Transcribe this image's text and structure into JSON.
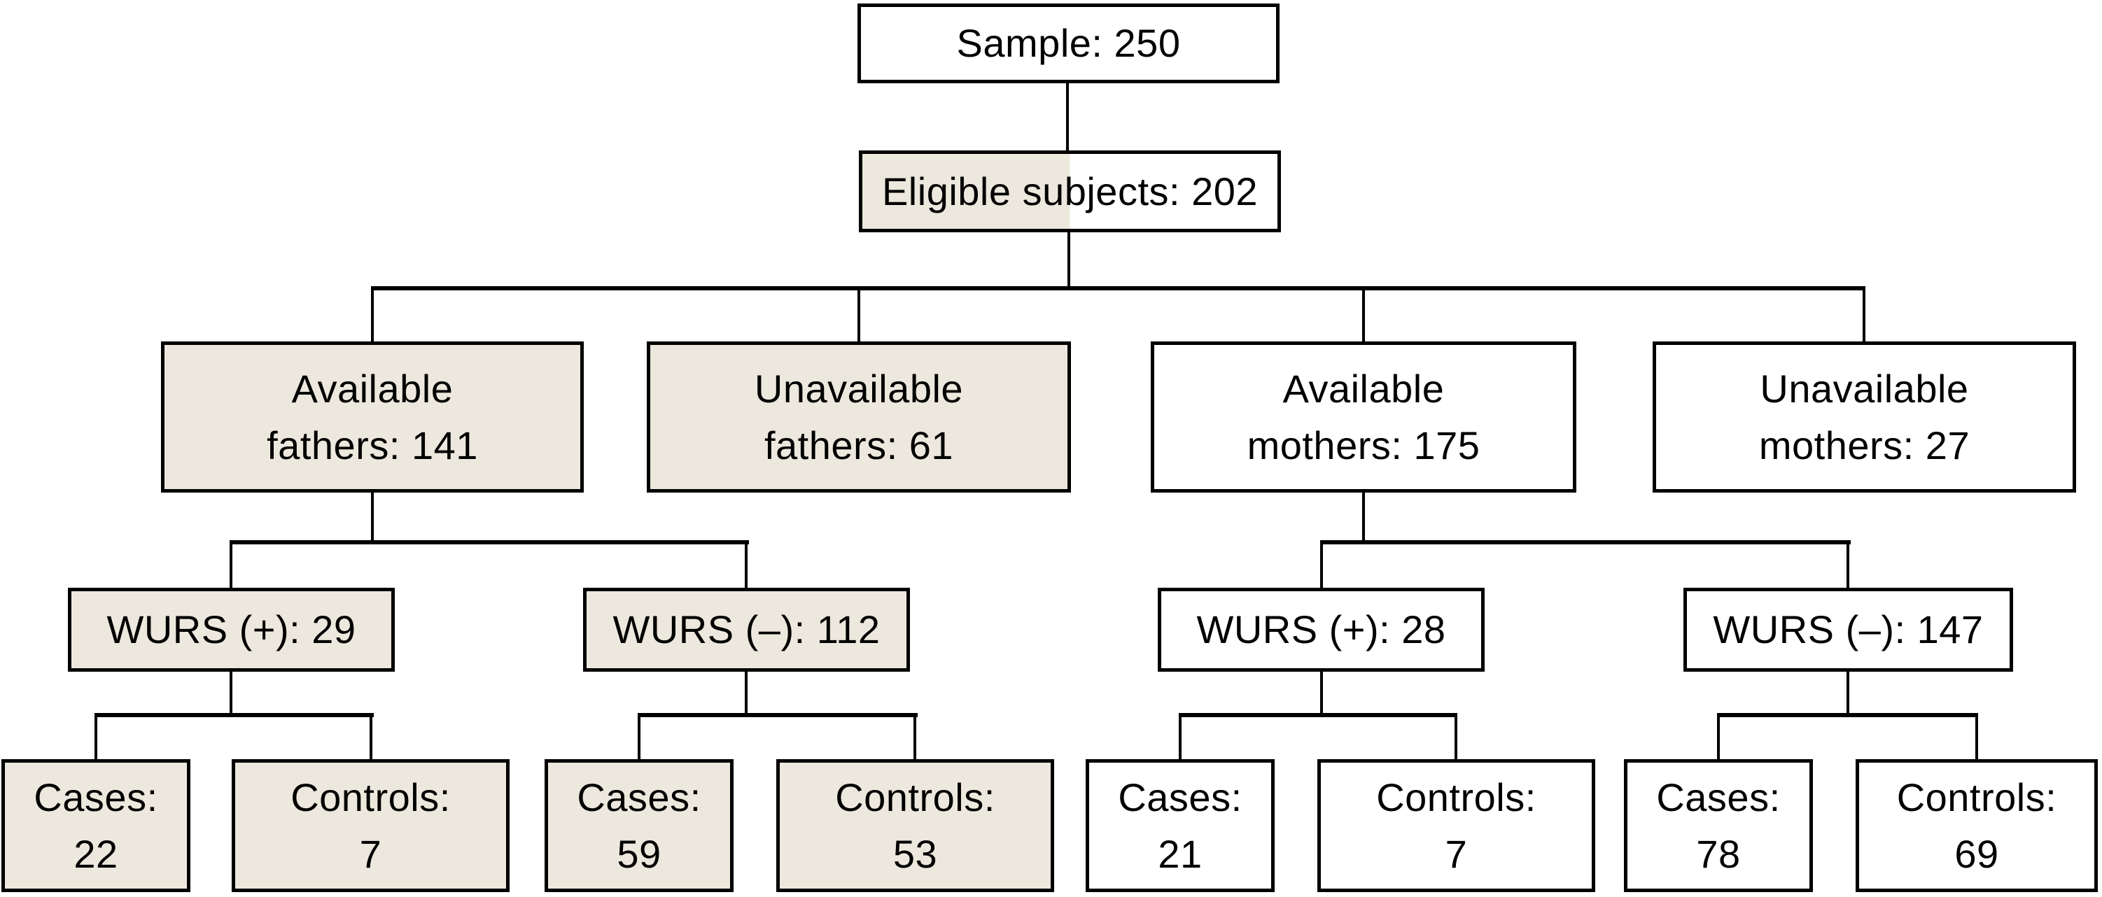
{
  "diagram": {
    "type": "flowchart",
    "description_colors": {
      "shaded_fill": "#ece8dd",
      "unshaded_fill": "#ffffff",
      "border": "#000000",
      "background": "#ffffff"
    },
    "nodes": [
      {
        "id": "sample",
        "label": "Sample: 250",
        "value": 250,
        "fill": "white",
        "parent": null
      },
      {
        "id": "eligible-subjects",
        "label": "Eligible subjects: 202",
        "value": 202,
        "fill": "half-shaded",
        "parent": "sample"
      },
      {
        "id": "available-fathers",
        "label": "Available\nfathers: 141",
        "value": 141,
        "fill": "shaded",
        "parent": "eligible-subjects"
      },
      {
        "id": "unavailable-fathers",
        "label": "Unavailable\nfathers: 61",
        "value": 61,
        "fill": "shaded",
        "parent": "eligible-subjects"
      },
      {
        "id": "available-mothers",
        "label": "Available\nmothers: 175",
        "value": 175,
        "fill": "white",
        "parent": "eligible-subjects"
      },
      {
        "id": "unavailable-mothers",
        "label": "Unavailable\nmothers: 27",
        "value": 27,
        "fill": "white",
        "parent": "eligible-subjects"
      },
      {
        "id": "wurs-positive-fathers",
        "label": "WURS (+): 29",
        "value": 29,
        "fill": "shaded",
        "parent": "available-fathers"
      },
      {
        "id": "wurs-negative-fathers",
        "label": "WURS (–): 112",
        "value": 112,
        "fill": "shaded",
        "parent": "available-fathers"
      },
      {
        "id": "wurs-positive-mothers",
        "label": "WURS (+): 28",
        "value": 28,
        "fill": "white",
        "parent": "available-mothers"
      },
      {
        "id": "wurs-negative-mothers",
        "label": "WURS (–): 147",
        "value": 147,
        "fill": "white",
        "parent": "available-mothers"
      },
      {
        "id": "cases-fathers-wurs-positive",
        "label": "Cases:\n22",
        "value": 22,
        "fill": "shaded",
        "parent": "wurs-positive-fathers"
      },
      {
        "id": "controls-fathers-wurs-positive",
        "label": "Controls:\n7",
        "value": 7,
        "fill": "shaded",
        "parent": "wurs-positive-fathers"
      },
      {
        "id": "cases-fathers-wurs-negative",
        "label": "Cases:\n59",
        "value": 59,
        "fill": "shaded",
        "parent": "wurs-negative-fathers"
      },
      {
        "id": "controls-fathers-wurs-negative",
        "label": "Controls:\n53",
        "value": 53,
        "fill": "shaded",
        "parent": "wurs-negative-fathers"
      },
      {
        "id": "cases-mothers-wurs-positive",
        "label": "Cases:\n21",
        "value": 21,
        "fill": "white",
        "parent": "wurs-positive-mothers"
      },
      {
        "id": "controls-mothers-wurs-positive",
        "label": "Controls:\n7",
        "value": 7,
        "fill": "white",
        "parent": "wurs-positive-mothers"
      },
      {
        "id": "cases-mothers-wurs-negative",
        "label": "Cases:\n78",
        "value": 78,
        "fill": "white",
        "parent": "wurs-negative-mothers"
      },
      {
        "id": "controls-mothers-wurs-negative",
        "label": "Controls:\n69",
        "value": 69,
        "fill": "white",
        "parent": "wurs-negative-mothers"
      }
    ]
  }
}
